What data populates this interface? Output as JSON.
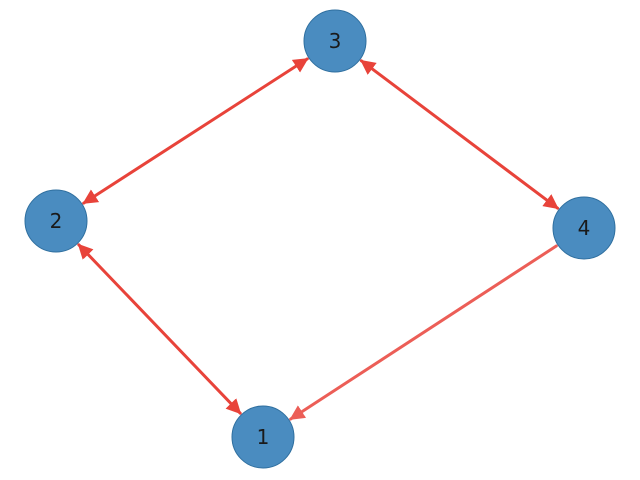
{
  "graph": {
    "directed": true,
    "colors": {
      "node_fill": "#4a8cc0",
      "node_stroke": "#2f6f9f",
      "edge": "#e8433a",
      "edge_light": "#ec5e57",
      "background": "#ffffff"
    },
    "nodes": [
      {
        "id": "1",
        "label": "1"
      },
      {
        "id": "2",
        "label": "2"
      },
      {
        "id": "3",
        "label": "3"
      },
      {
        "id": "4",
        "label": "4"
      }
    ],
    "edges": [
      {
        "source": "2",
        "target": "3",
        "bidirectional": true
      },
      {
        "source": "3",
        "target": "4",
        "bidirectional": true
      },
      {
        "source": "2",
        "target": "1",
        "bidirectional": true
      },
      {
        "source": "4",
        "target": "1",
        "bidirectional": false
      }
    ]
  }
}
